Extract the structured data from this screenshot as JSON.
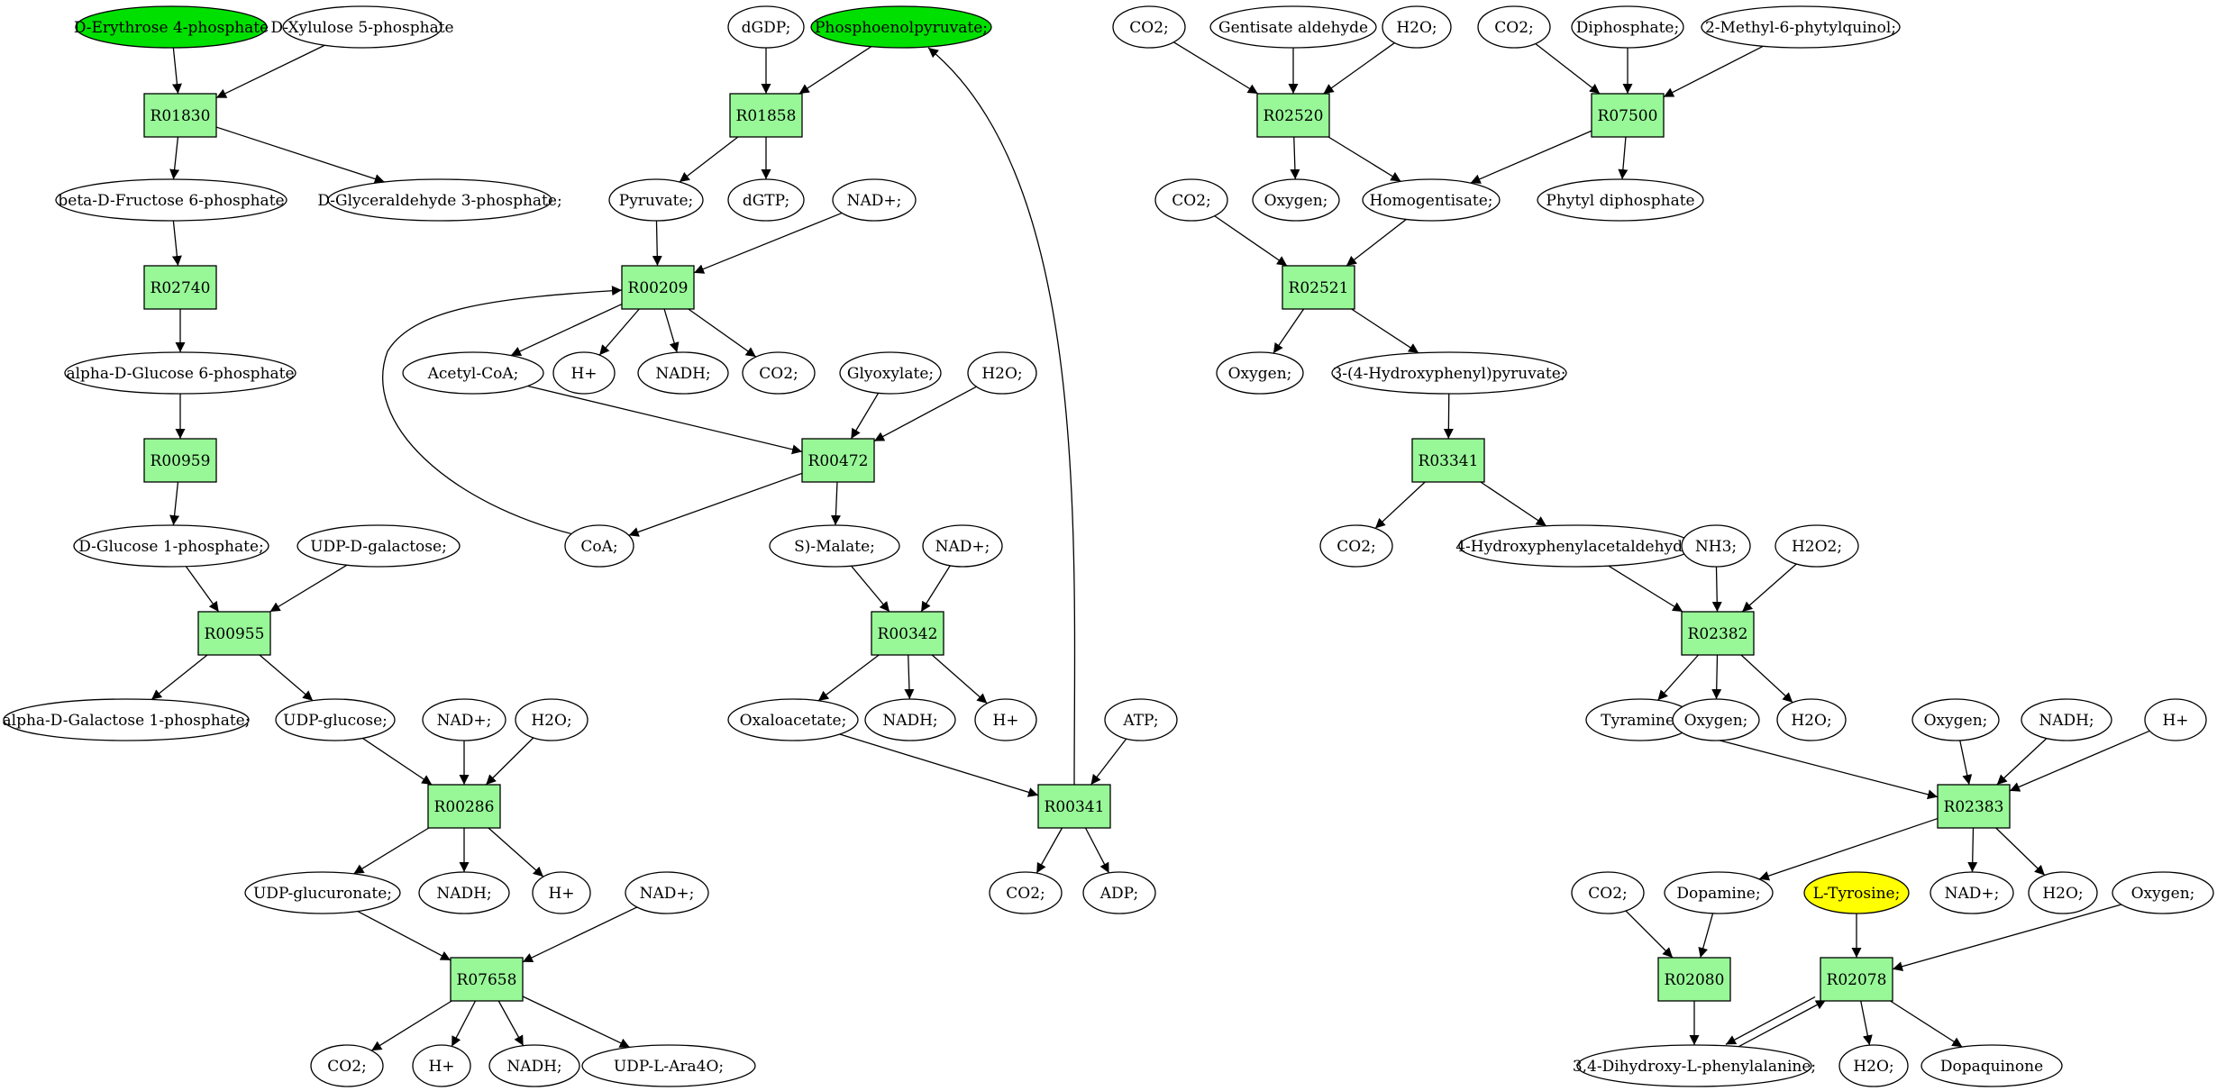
{
  "colors": {
    "reaction_fill": "#98f898",
    "metabolite_fill": "#ffffff",
    "start_fill": "#00e000",
    "target_fill": "#ffff00"
  },
  "metabolites": {
    "m1": "D-Erythrose 4-phosphate",
    "m2": "D-Xylulose 5-phosphate",
    "m3": "beta-D-Fructose 6-phosphate",
    "m4": "D-Glyceraldehyde 3-phosphate;",
    "m5": "alpha-D-Glucose 6-phosphate",
    "m6": "D-Glucose 1-phosphate;",
    "m7": "UDP-D-galactose;",
    "m8": "alpha-D-Galactose 1-phosphate;",
    "m9": "UDP-glucose;",
    "m10": "NAD+;",
    "m11": "H2O;",
    "m12": "UDP-glucuronate;",
    "m13": "NADH;",
    "m14": "H+",
    "m15": "NAD+;",
    "m16": "CO2;",
    "m17": "H+",
    "m18": "NADH;",
    "m19": "UDP-L-Ara4O;",
    "m20": "dGDP;",
    "m21": "Phosphoenolpyruvate;",
    "m22": "Pyruvate;",
    "m23": "dGTP;",
    "m24": "NAD+;",
    "m25": "Acetyl-CoA;",
    "m26": "H+",
    "m27": "NADH;",
    "m28": "CO2;",
    "m29": "Glyoxylate;",
    "m30": "H2O;",
    "m31": "CoA;",
    "m32": "S)-Malate;",
    "m33": "NAD+;",
    "m34": "Oxaloacetate;",
    "m35": "NADH;",
    "m36": "H+",
    "m37": "ATP;",
    "m38": "CO2;",
    "m39": "ADP;",
    "m40": "CO2;",
    "m41": "Gentisate aldehyde",
    "m42": "H2O;",
    "m43": "CO2;",
    "m44": "Diphosphate;",
    "m45": "2-Methyl-6-phytylquinol;",
    "m46": "Oxygen;",
    "m47": "Homogentisate;",
    "m48": "Phytyl diphosphate",
    "m49": "CO2;",
    "m50": "Oxygen;",
    "m51": "3-(4-Hydroxyphenyl)pyruvate;",
    "m52": "CO2;",
    "m53": "4-Hydroxyphenylacetaldehyde;",
    "m54": "NH3;",
    "m55": "H2O2;",
    "m56": "Tyramine;",
    "m57": "Oxygen;",
    "m58": "H2O;",
    "m59": "Oxygen;",
    "m60": "NADH;",
    "m61": "H+",
    "m62": "CO2;",
    "m63": "Dopamine;",
    "m64": "L-Tyrosine;",
    "m65": "NAD+;",
    "m66": "H2O;",
    "m67": "Oxygen;",
    "m68": "3,4-Dihydroxy-L-phenylalanine;",
    "m69": "H2O;",
    "m70": "Dopaquinone"
  },
  "reactions": {
    "r1": "R01830",
    "r2": "R02740",
    "r3": "R00959",
    "r4": "R00955",
    "r5": "R00286",
    "r6": "R07658",
    "r7": "R01858",
    "r8": "R00209",
    "r9": "R00472",
    "r10": "R00342",
    "r11": "R00341",
    "r12": "R02520",
    "r13": "R07500",
    "r14": "R02521",
    "r15": "R03341",
    "r16": "R02382",
    "r17": "R02383",
    "r18": "R02080",
    "r19": "R02078"
  }
}
